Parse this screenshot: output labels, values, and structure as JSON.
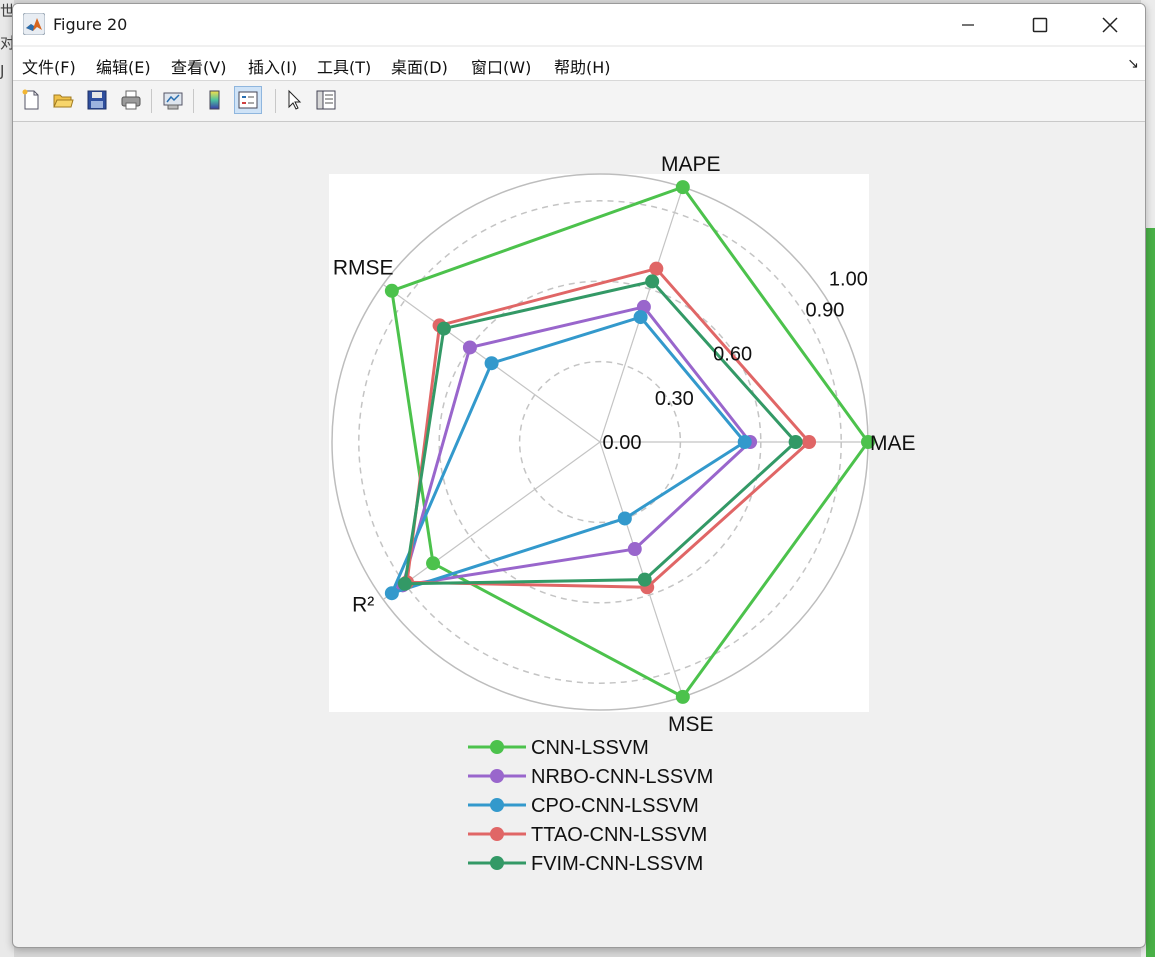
{
  "background": {
    "chars": [
      "世",
      "对",
      "J"
    ]
  },
  "window": {
    "title": "Figure 20"
  },
  "menu": {
    "items": [
      "文件(F)",
      "编辑(E)",
      "查看(V)",
      "插入(I)",
      "工具(T)",
      "桌面(D)",
      "窗口(W)",
      "帮助(H)"
    ],
    "dock_glyph": "↘"
  },
  "toolbar": {
    "buttons": [
      "new-figure-icon",
      "open-file-icon",
      "save-icon",
      "print-icon",
      "link-plot-icon",
      "colorbar-icon",
      "legend-icon",
      "pointer-icon",
      "property-inspector-icon"
    ]
  },
  "chart_data": {
    "type": "radar",
    "axes": [
      "MAE",
      "MAPE",
      "RMSE",
      "R²",
      "MSE"
    ],
    "radial_ticks": [
      "0.00",
      "0.30",
      "0.60",
      "0.90",
      "1.00"
    ],
    "radial_tick_values": [
      0,
      0.3,
      0.6,
      0.9,
      1.0
    ],
    "rlim": [
      0,
      1.0
    ],
    "grid": true,
    "legend_position": "bottom",
    "series": [
      {
        "name": "CNN-LSSVM",
        "color": "#4cc24c",
        "values": [
          1.0,
          1.0,
          0.96,
          0.77,
          1.0
        ]
      },
      {
        "name": "NRBO-CNN-LSSVM",
        "color": "#9966cc",
        "values": [
          0.56,
          0.53,
          0.6,
          0.91,
          0.42
        ]
      },
      {
        "name": "CPO-CNN-LSSVM",
        "color": "#3399cc",
        "values": [
          0.54,
          0.49,
          0.5,
          0.96,
          0.3
        ]
      },
      {
        "name": "TTAO-CNN-LSSVM",
        "color": "#e06666",
        "values": [
          0.78,
          0.68,
          0.74,
          0.89,
          0.57
        ]
      },
      {
        "name": "FVIM-CNN-LSSVM",
        "color": "#339966",
        "values": [
          0.73,
          0.63,
          0.72,
          0.9,
          0.54
        ]
      }
    ]
  }
}
